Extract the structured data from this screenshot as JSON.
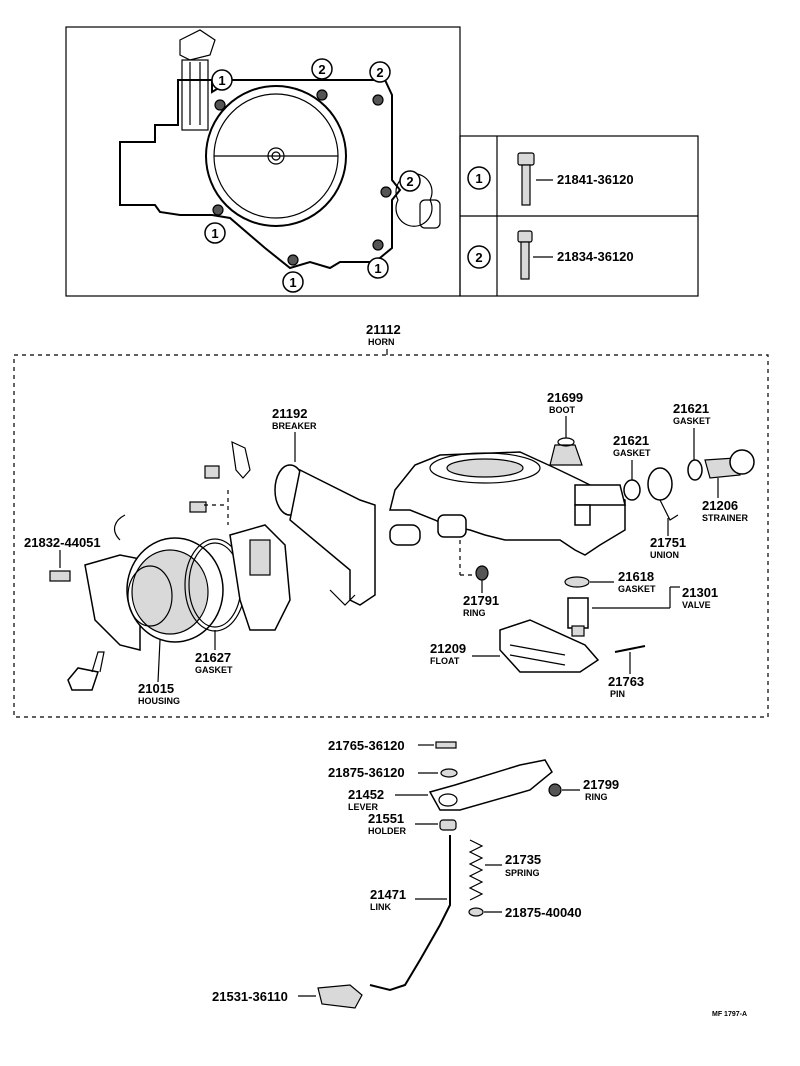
{
  "inset": {
    "callouts": {
      "c1": "1",
      "c2": "2"
    },
    "bolts": [
      {
        "ref": "1",
        "part_no": "21841-36120"
      },
      {
        "ref": "2",
        "part_no": "21834-36120"
      }
    ]
  },
  "assembly": {
    "part_no": "21112",
    "name": "HORN"
  },
  "parts": {
    "p21192": {
      "no": "21192",
      "name": "BREAKER"
    },
    "p21699": {
      "no": "21699",
      "name": "BOOT"
    },
    "p21621a": {
      "no": "21621",
      "name": "GASKET"
    },
    "p21621b": {
      "no": "21621",
      "name": "GASKET"
    },
    "p21206": {
      "no": "21206",
      "name": "STRAINER"
    },
    "p21751": {
      "no": "21751",
      "name": "UNION"
    },
    "p21832": {
      "no": "21832-44051"
    },
    "p21618": {
      "no": "21618",
      "name": "GASKET"
    },
    "p21301": {
      "no": "21301",
      "name": "VALVE"
    },
    "p21791": {
      "no": "21791",
      "name": "RING"
    },
    "p21209": {
      "no": "21209",
      "name": "FLOAT"
    },
    "p21763": {
      "no": "21763",
      "name": "PIN"
    },
    "p21627": {
      "no": "21627",
      "name": "GASKET"
    },
    "p21015": {
      "no": "21015",
      "name": "HOUSING"
    },
    "p21765": {
      "no": "21765-36120"
    },
    "p21875a": {
      "no": "21875-36120"
    },
    "p21452": {
      "no": "21452",
      "name": "LEVER"
    },
    "p21799": {
      "no": "21799",
      "name": "RING"
    },
    "p21551": {
      "no": "21551",
      "name": "HOLDER"
    },
    "p21735": {
      "no": "21735",
      "name": "SPRING"
    },
    "p21471": {
      "no": "21471",
      "name": "LINK"
    },
    "p21875b": {
      "no": "21875-40040"
    },
    "p21531": {
      "no": "21531-36110"
    }
  },
  "figure_ref": "MF 1797-A"
}
